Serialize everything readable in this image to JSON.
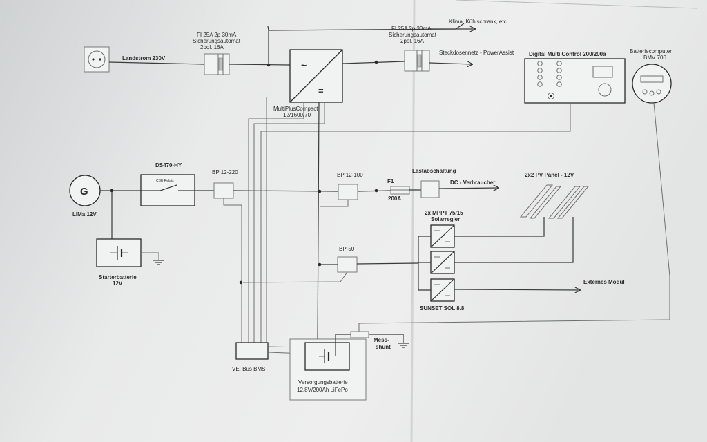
{
  "labels": {
    "landstrom": "Landstrom 230V",
    "fi1": "FI 25A 2p 30mA",
    "fi1_sub1": "Sicherungsautomat",
    "fi1_sub2": "2pol. 16A",
    "klima": "Klima, Kühlschrank, etc.",
    "fi2": "FI 25A 2p 30mA",
    "fi2_sub1": "Sicherungsautomat",
    "fi2_sub2": "2pol. 16A",
    "steckdosen": "Steckdosennetz - PowerAssist",
    "dmc": "Digital Multi Control 200/200a",
    "bmv1": "Batteriecomputer",
    "bmv2": "BMV 700",
    "multiplus1": "MultiPlusCompact",
    "multiplus2": "12/1600/70",
    "ds470": "DS470-HY",
    "cbe": "CBE Relais",
    "bp220": "BP 12-220",
    "bp100": "BP 12-100",
    "f1": "F1",
    "f1_rating": "200A",
    "lastab": "Lastabschaltung",
    "dcverb": "DC - Verbraucher",
    "pv": "2x2 PV Panel - 12V",
    "mppt1": "2x MPPT 75/15",
    "mppt2": "Solarregler",
    "sunset": "SUNSET SOL 8.8",
    "externes": "Externes Modul",
    "bp50": "BP-50",
    "lima": "LiMa 12V",
    "gen_symbol": "G",
    "starter1": "Starterbatterie",
    "starter2": "12V",
    "vebus": "VE. Bus BMS",
    "versorgung1": "Versorgungsbatterie",
    "versorgung2": "12,8V/200Ah LiFePo",
    "messshunt1": "Mess-",
    "messshunt2": "shunt"
  },
  "symbols": {
    "ac": "~",
    "dc": "="
  },
  "icons": {
    "socket": "power-socket-icon",
    "generator": "generator-icon",
    "battery": "battery-icon",
    "ground": "ground-icon",
    "pv_panel": "solar-panel-icon",
    "arrow": "arrow-right-icon"
  }
}
